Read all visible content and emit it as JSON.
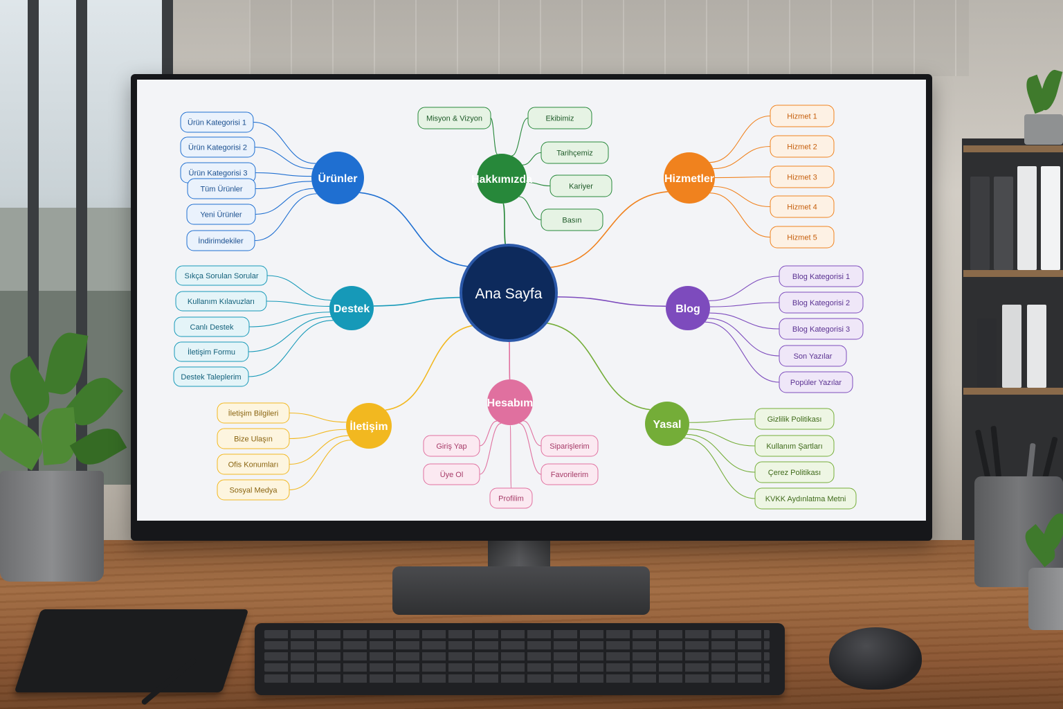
{
  "center": {
    "label": "Ana Sayfa",
    "fill": "#0d2a5c",
    "ring": "#2b58a8"
  },
  "branches": [
    {
      "label": "Ürünler",
      "color": "#1f6fd1",
      "light": "#eaf2fc",
      "text": "#1a4f8f",
      "items": [
        "Ürün Kategorisi 1",
        "Ürün Kategorisi 2",
        "Ürün Kategorisi 3",
        "Tüm Ürünler",
        "Yeni Ürünler",
        "İndirimdekiler"
      ]
    },
    {
      "label": "Hakkımızda",
      "color": "#27883a",
      "light": "#e6f3e4",
      "text": "#1e5a28",
      "items": [
        "Misyon & Vizyon",
        "Ekibimiz",
        "Tarihçemiz",
        "Kariyer",
        "Basın"
      ]
    },
    {
      "label": "Hizmetler",
      "color": "#f0821e",
      "light": "#fdf1e4",
      "text": "#c65f0c",
      "items": [
        "Hizmet 1",
        "Hizmet 2",
        "Hizmet 3",
        "Hizmet 4",
        "Hizmet 5"
      ]
    },
    {
      "label": "Destek",
      "color": "#1699b8",
      "light": "#e4f4f8",
      "text": "#12607a",
      "items": [
        "Sıkça Sorulan Sorular",
        "Kullanım Kılavuzları",
        "Canlı Destek",
        "İletişim Formu",
        "Destek Taleplerim"
      ]
    },
    {
      "label": "Blog",
      "color": "#7d4bbd",
      "light": "#efe7f8",
      "text": "#5a3191",
      "items": [
        "Blog Kategorisi 1",
        "Blog Kategorisi 2",
        "Blog Kategorisi 3",
        "Son Yazılar",
        "Popüler Yazılar"
      ]
    },
    {
      "label": "İletişim",
      "color": "#f2b820",
      "light": "#fdf5df",
      "text": "#8a6410",
      "items": [
        "İletişim Bilgileri",
        "Bize Ulaşın",
        "Ofis Konumları",
        "Sosyal Medya"
      ]
    },
    {
      "label": "Hesabım",
      "color": "#e0709f",
      "light": "#fbe9f1",
      "text": "#a63a67",
      "items": [
        "Giriş Yap",
        "Siparişlerim",
        "Üye Ol",
        "Favorilerim",
        "Profilim"
      ]
    },
    {
      "label": "Yasal",
      "color": "#74ad38",
      "light": "#eef6e4",
      "text": "#3f6a1a",
      "items": [
        "Gizlilik Politikası",
        "Kullanım Şartları",
        "Çerez Politikası",
        "KVKK Aydınlatma Metni"
      ]
    }
  ]
}
